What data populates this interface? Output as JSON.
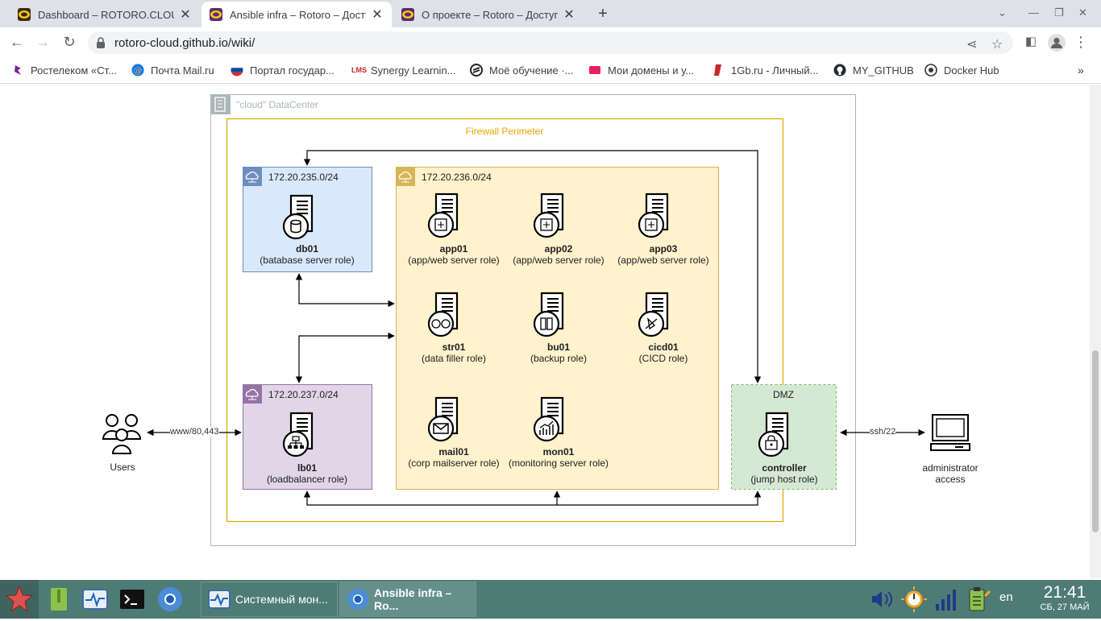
{
  "browser": {
    "tabs": [
      {
        "title": "Dashboard – ROTORO.CLOUD",
        "active": false
      },
      {
        "title": "Ansible infra – Rotoro – Досту",
        "active": true
      },
      {
        "title": "О проекте – Rotoro – Доступ",
        "active": false
      }
    ],
    "url": "rotoro-cloud.github.io/wiki/",
    "bookmarks": [
      "Ростелеком «Ст...",
      "Почта Mail.ru",
      "Портал государ...",
      "Synergy Learnin...",
      "Моё обучение ·...",
      "Мои домены и у...",
      "1Gb.ru - Личный...",
      "MY_GITHUB",
      "Docker Hub"
    ],
    "bookmark_lms_text": "LMS"
  },
  "diagram": {
    "datacenter_title": "\"cloud\" DataCenter",
    "firewall_title": "Firewall Perimeter",
    "net_db": "172.20.235.0/24",
    "net_app": "172.20.236.0/24",
    "net_lb": "172.20.237.0/24",
    "dmz_title": "DMZ",
    "nodes": {
      "db01": {
        "name": "db01",
        "role": "(batabase server role)"
      },
      "app01": {
        "name": "app01",
        "role": "(app/web server role)"
      },
      "app02": {
        "name": "app02",
        "role": "(app/web server role)"
      },
      "app03": {
        "name": "app03",
        "role": "(app/web server role)"
      },
      "str01": {
        "name": "str01",
        "role": "(data filler role)"
      },
      "bu01": {
        "name": "bu01",
        "role": "(backup role)"
      },
      "cicd01": {
        "name": "cicd01",
        "role": "(CICD role)"
      },
      "mail01": {
        "name": "mail01",
        "role": "(corp mailserver role)"
      },
      "mon01": {
        "name": "mon01",
        "role": "(monitoring server role)"
      },
      "lb01": {
        "name": "lb01",
        "role": "(loadbalancer role)"
      },
      "controller": {
        "name": "controller",
        "role": "(jump host role)"
      }
    },
    "users_label": "Users",
    "admin_label_1": "administrator",
    "admin_label_2": "access",
    "conn_www": "www/80,443",
    "conn_ssh": "ssh/22",
    "colors": {
      "datacenter_border": "#aab7b8",
      "firewall_border": "#e7a400",
      "net_db_fill": "#dae8fc",
      "net_db_border": "#6c8ebf",
      "net_app_fill": "#fff2cc",
      "net_app_border": "#d6b656",
      "net_lb_fill": "#e1d5e7",
      "net_lb_border": "#9673a6",
      "dmz_fill": "#d5e8d4",
      "dmz_border": "#82b366"
    }
  },
  "taskbar": {
    "tasks": [
      {
        "title": "Системный мон...",
        "active": false
      },
      {
        "title": "Ansible infra – Ro...",
        "active": true
      }
    ],
    "lang": "en",
    "time": "21:41",
    "date": "СБ, 27 МАЙ"
  }
}
